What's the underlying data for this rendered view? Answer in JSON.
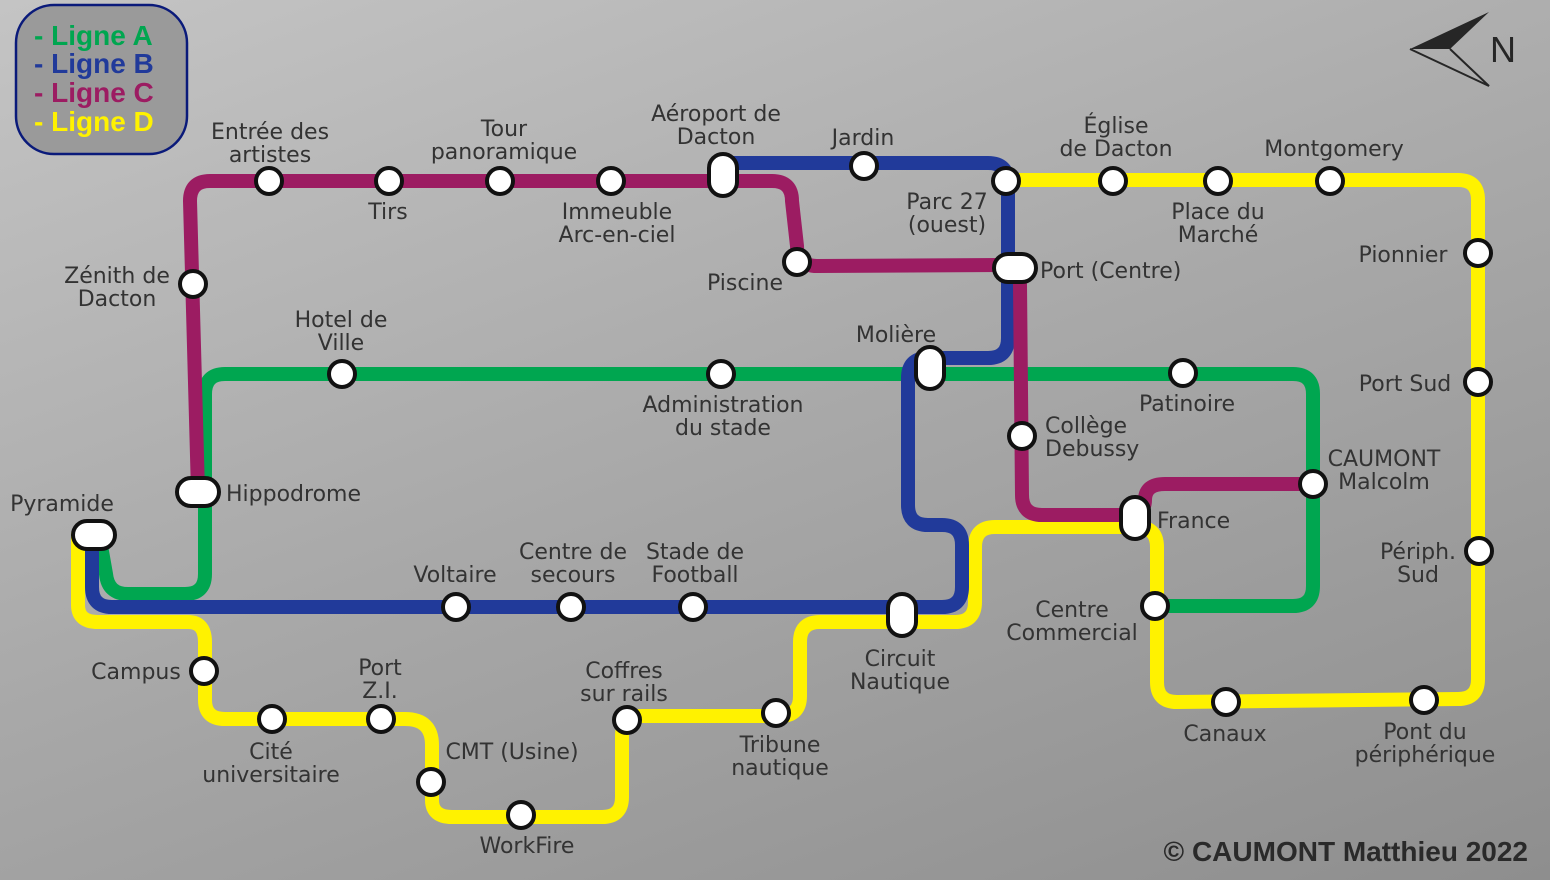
{
  "legend": [
    {
      "label": "- Ligne A",
      "color": "#00a650"
    },
    {
      "label": "- Ligne B",
      "color": "#213a9a"
    },
    {
      "label": "- Ligne C",
      "color": "#9c1c62"
    },
    {
      "label": "- Ligne D",
      "color": "#fff200"
    }
  ],
  "compass": {
    "label": "N",
    "icon": "north-arrow-icon"
  },
  "copyright": "© CAUMONT Matthieu 2022",
  "stations": [
    {
      "lines": [
        "Entrée des",
        "artistes"
      ]
    },
    {
      "lines": [
        "Tirs"
      ]
    },
    {
      "lines": [
        "Tour",
        "panoramique"
      ]
    },
    {
      "lines": [
        "Immeuble",
        "Arc-en-ciel"
      ]
    },
    {
      "lines": [
        "Aéroport de",
        "Dacton"
      ]
    },
    {
      "lines": [
        "Jardin"
      ]
    },
    {
      "lines": [
        "Parc 27",
        "(ouest)"
      ]
    },
    {
      "lines": [
        "Piscine"
      ]
    },
    {
      "lines": [
        "Port (Centre)"
      ]
    },
    {
      "lines": [
        "Molière"
      ]
    },
    {
      "lines": [
        "Hotel de",
        "Ville"
      ]
    },
    {
      "lines": [
        "Administration",
        "du stade"
      ]
    },
    {
      "lines": [
        "Patinoire"
      ]
    },
    {
      "lines": [
        "Collège",
        "Debussy"
      ]
    },
    {
      "lines": [
        "CAUMONT",
        "Malcolm"
      ]
    },
    {
      "lines": [
        "France"
      ]
    },
    {
      "lines": [
        "Centre",
        "Commercial"
      ]
    },
    {
      "lines": [
        "Zénith de",
        "Dacton"
      ]
    },
    {
      "lines": [
        "Hippodrome"
      ]
    },
    {
      "lines": [
        "Pyramide"
      ]
    },
    {
      "lines": [
        "Voltaire"
      ]
    },
    {
      "lines": [
        "Centre de",
        "secours"
      ]
    },
    {
      "lines": [
        "Stade de",
        "Football"
      ]
    },
    {
      "lines": [
        "Circuit",
        "Nautique"
      ]
    },
    {
      "lines": [
        "Campus"
      ]
    },
    {
      "lines": [
        "Cité",
        "universitaire"
      ]
    },
    {
      "lines": [
        "Port",
        "Z.I."
      ]
    },
    {
      "lines": [
        "CMT (Usine)"
      ]
    },
    {
      "lines": [
        "WorkFire"
      ]
    },
    {
      "lines": [
        "Coffres",
        "sur rails"
      ]
    },
    {
      "lines": [
        "Tribune",
        "nautique"
      ]
    },
    {
      "lines": [
        "Église",
        "de Dacton"
      ]
    },
    {
      "lines": [
        "Place du",
        "Marché"
      ]
    },
    {
      "lines": [
        "Montgomery"
      ]
    },
    {
      "lines": [
        "Pionnier"
      ]
    },
    {
      "lines": [
        "Port Sud"
      ]
    },
    {
      "lines": [
        "Périph.",
        "Sud"
      ]
    },
    {
      "lines": [
        "Canaux"
      ]
    },
    {
      "lines": [
        "Pont du",
        "périphérique"
      ]
    }
  ]
}
